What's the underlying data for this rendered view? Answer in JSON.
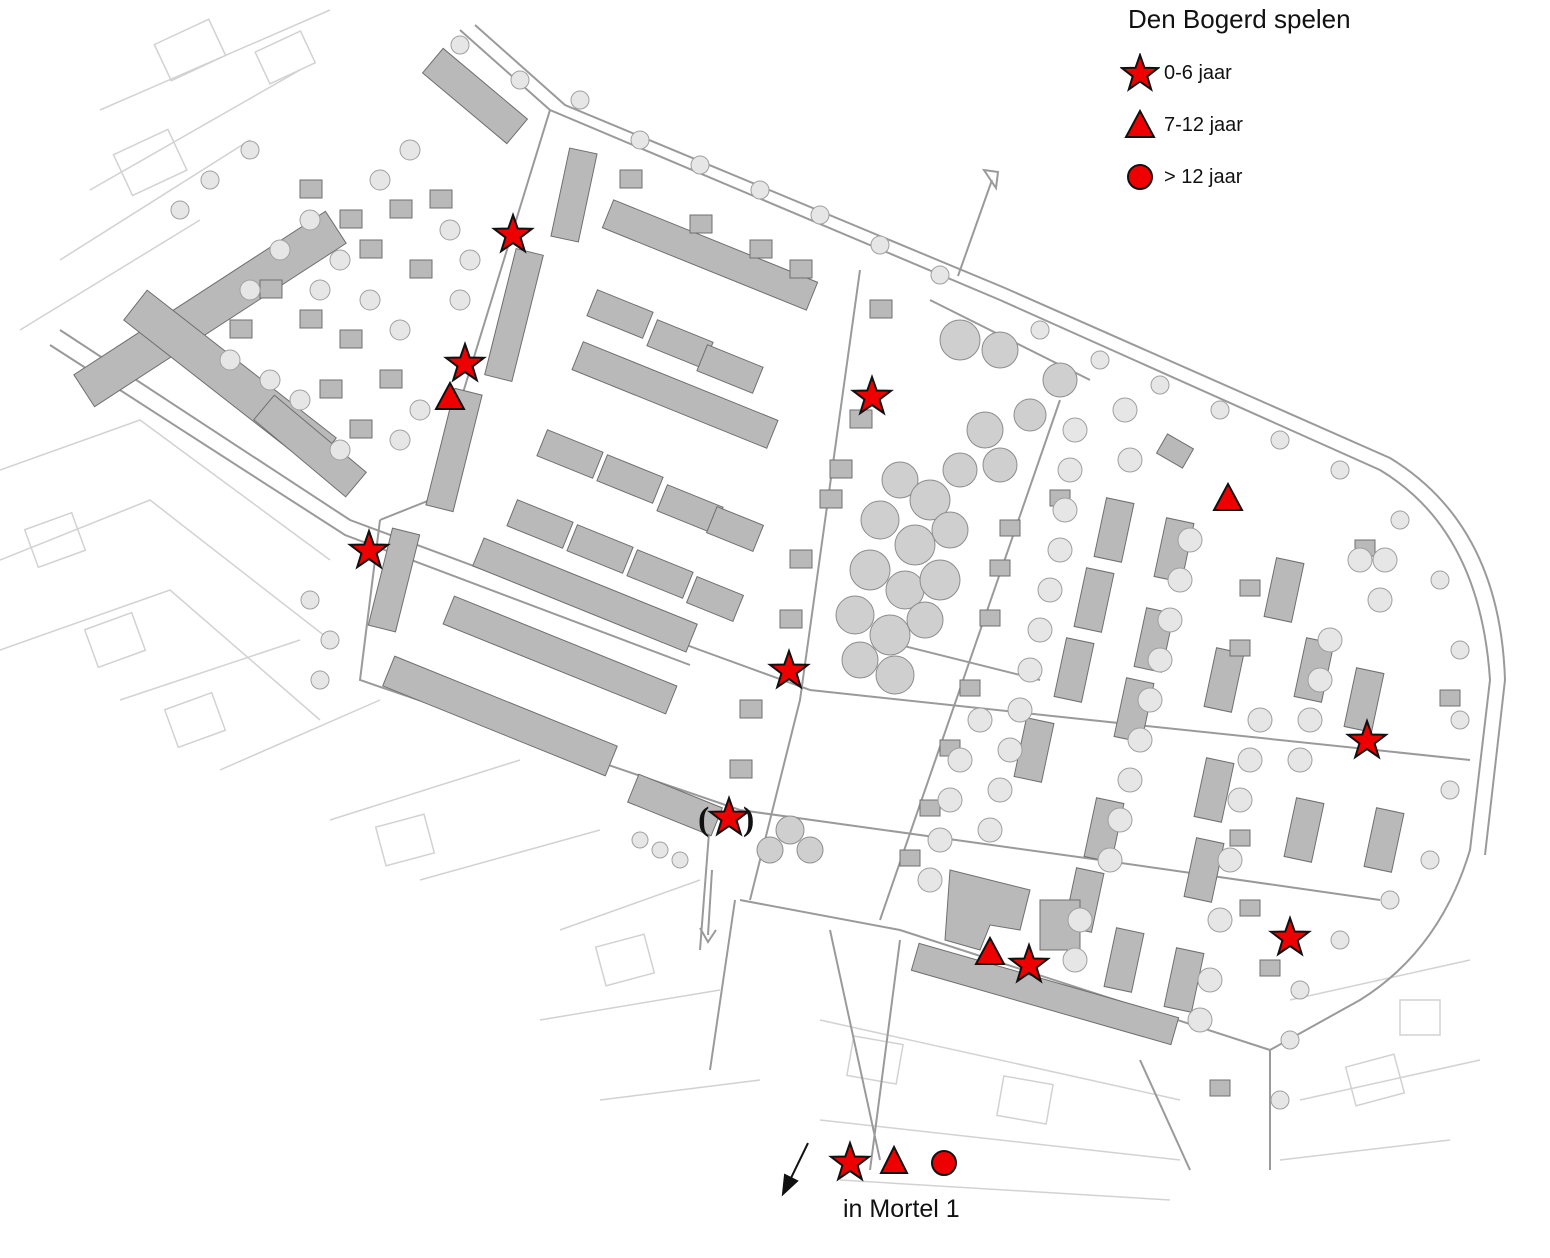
{
  "legend": {
    "title": "Den Bogerd spelen",
    "items": [
      {
        "label": "0-6 jaar",
        "symbol": "star"
      },
      {
        "label": "7-12 jaar",
        "symbol": "triangle"
      },
      {
        "label": "> 12 jaar",
        "symbol": "circle"
      }
    ]
  },
  "bottom_note": {
    "label": "in Mortel 1",
    "symbols": [
      "star",
      "triangle",
      "circle"
    ],
    "icon": "arrow-down-left-icon"
  },
  "colors": {
    "marker_fill": "#ee0000",
    "marker_stroke": "#111111",
    "building": "#b9b9b9",
    "tree": "#cfcfcf",
    "street": "#9a9a9a"
  },
  "playground_markers": [
    {
      "symbol": "star",
      "age_group": "0-6 jaar"
    },
    {
      "symbol": "star",
      "age_group": "0-6 jaar"
    },
    {
      "symbol": "triangle",
      "age_group": "7-12 jaar"
    },
    {
      "symbol": "star",
      "age_group": "0-6 jaar"
    },
    {
      "symbol": "star",
      "age_group": "0-6 jaar"
    },
    {
      "symbol": "triangle",
      "age_group": "7-12 jaar"
    },
    {
      "symbol": "star",
      "age_group": "0-6 jaar"
    },
    {
      "symbol": "star",
      "age_group": "0-6 jaar",
      "parenthesized": true
    },
    {
      "symbol": "star",
      "age_group": "0-6 jaar"
    },
    {
      "symbol": "triangle",
      "age_group": "7-12 jaar"
    },
    {
      "symbol": "star",
      "age_group": "0-6 jaar"
    },
    {
      "symbol": "star",
      "age_group": "0-6 jaar"
    }
  ]
}
